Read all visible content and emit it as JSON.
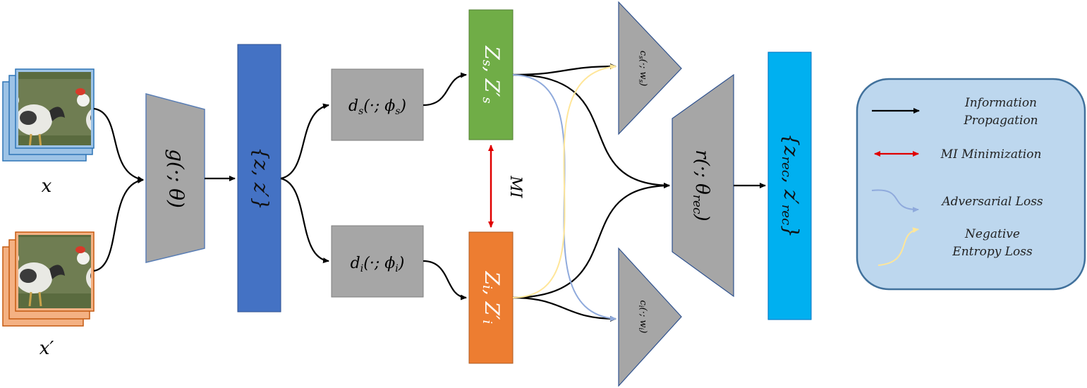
{
  "inputs": {
    "x_label": "x",
    "x_prime_label": "x′"
  },
  "encoder": {
    "label": "g(·; θ)"
  },
  "latent": {
    "label": "{z, z′}"
  },
  "heads": {
    "ds_label": "d",
    "ds_sub": "s",
    "ds_args": "(·; ϕ",
    "ds_args_sub": "s",
    "di_label": "d",
    "di_sub": "i",
    "di_args": "(·; ϕ",
    "di_args_sub": "i"
  },
  "codes": {
    "zs_label": "Z",
    "zs_sub": "s",
    "zs_rest": ", Z′",
    "zi_label": "Z",
    "zi_sub": "i",
    "zi_rest": ", Z′",
    "mi_label": "MI"
  },
  "classifiers": {
    "cs_label": "c",
    "cs_sub": "s",
    "cs_args": "(·; w",
    "ci_label": "c",
    "ci_sub": "i",
    "ci_args": "(·; w"
  },
  "reconstructor": {
    "label": "r(·; θ",
    "sub": "rec",
    "close": ")"
  },
  "output": {
    "label": "{z",
    "sub": "rec",
    "mid": ", z′",
    "close": "}"
  },
  "legend": {
    "info_line1": "Information",
    "info_line2": "Propagation",
    "mi": "MI Minimization",
    "adversarial": "Adversarial Loss",
    "neg_line1": "Negative",
    "neg_line2": "Entropy Loss"
  },
  "colors": {
    "input_x": "#9dc3e6",
    "input_x_prime": "#f4b183",
    "gray_block": "#a6a6a6",
    "latent_blue": "#4472c4",
    "zs_green": "#70ad47",
    "zi_orange": "#ed7d31",
    "output_cyan": "#00b0f0",
    "legend_bg": "#bdd7ee",
    "legend_border": "#41719c",
    "mi_arrow": "#e00000",
    "adversarial": "#8faadc",
    "negative_entropy": "#ffe699"
  }
}
